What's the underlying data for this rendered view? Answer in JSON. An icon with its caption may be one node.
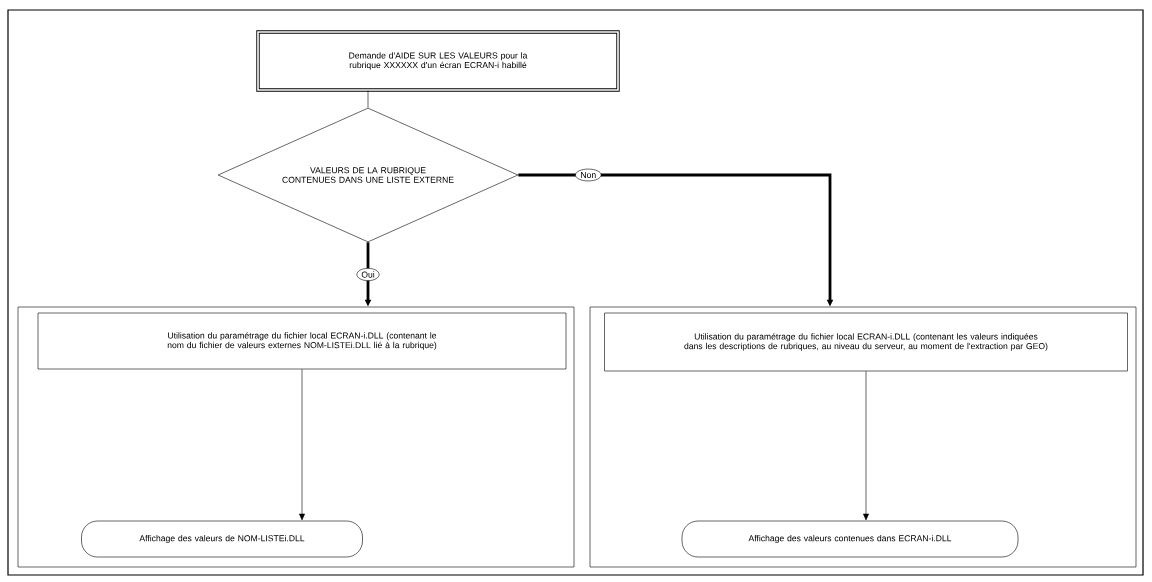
{
  "diagram": {
    "nodes": [
      {
        "text": [
          "Demande d'AIDE SUR LES VALEURS pour la rubrique XXXXXX d'un écran ECRAN-i habillé"
        ]
      },
      {
        "text": [
          "VALEURS DE LA RUBRIQUE CONTENUES DANS UNE LISTE EXTERNE"
        ]
      },
      {
        "text": [],
        "shape": "box"
      },
      {
        "text": [
          "Utilisation du paramétrage du fichier local ECRAN-i.DLL (contenant le nom du fichier de valeurs externes NOM-LISTEi.DLL lié à la rubrique)"
        ],
        "in": 2
      },
      {
        "text": [
          "Affichage des valeurs de NOM-LISTEi.DLL"
        ],
        "in": 2
      },
      {
        "text": [],
        "shape": "box"
      },
      {
        "text": [
          "Utilisation du paramétrage du fichier local ECRAN-i.DLL (contenant les valeurs indiquées dans les descriptions de rubriques, au niveau du serveur, au moment de l'extraction par GEO)"
        ],
        "in": 5
      },
      {
        "text": [
          "Affichage des valeurs contenues dans ECRAN-i.DLL"
        ],
        "in": 5
      }
    ],
    "edges": [
      {
        "from": 0,
        "to": 1,
        "arrow": "none"
      },
      {
        "from": 1,
        "to": 2,
        "arrow": "to",
        "label": "Oui",
        "style": "thick"
      },
      {
        "from": 1,
        "to": 5,
        "arrow": "to",
        "label": "Non",
        "style": "thick"
      },
      {
        "from": 3,
        "to": 4,
        "arrow": "to"
      },
      {
        "from": 6,
        "to": 7,
        "arrow": "to"
      }
    ]
  }
}
